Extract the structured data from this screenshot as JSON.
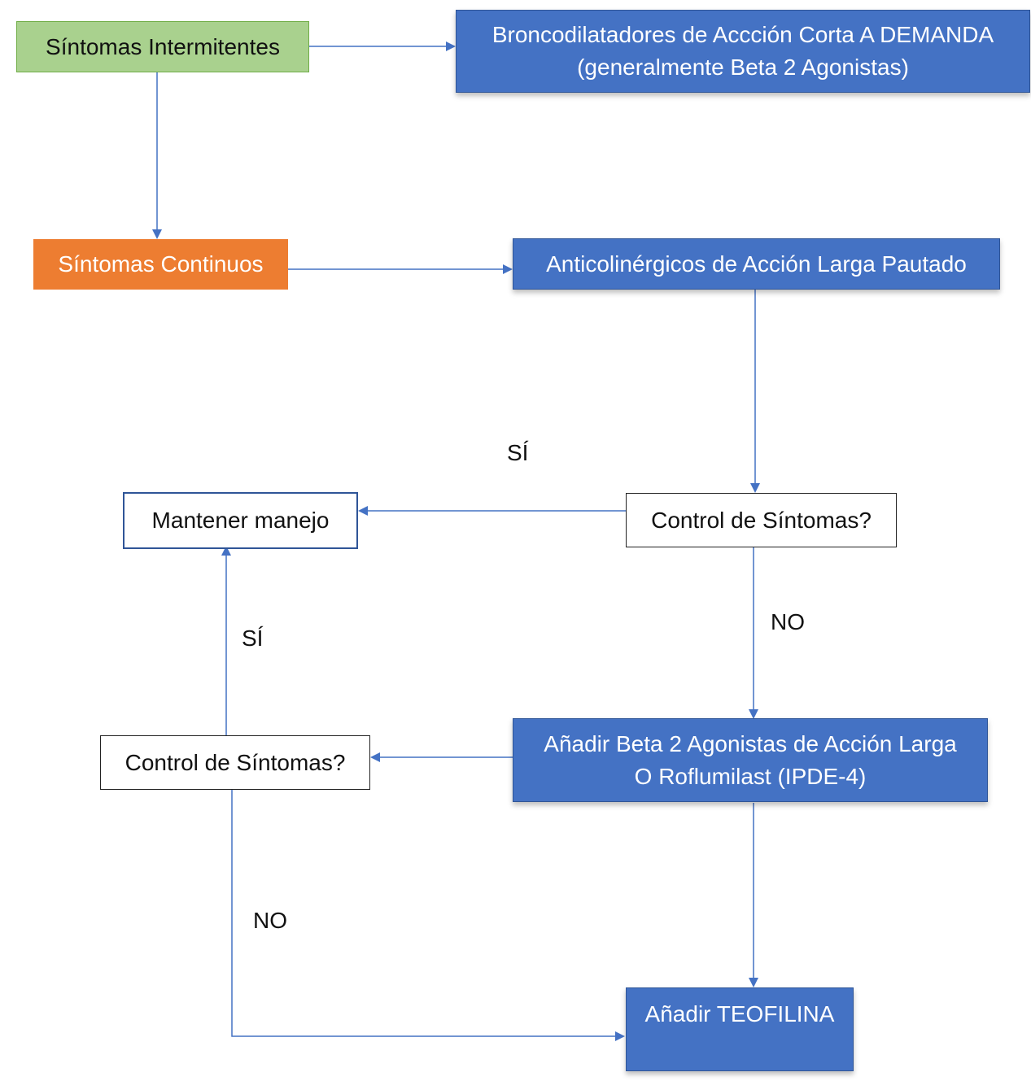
{
  "nodes": {
    "intermitentes": "Síntomas Intermitentes",
    "broncodilatadores": "Broncodilatadores de Accción Corta A DEMANDA\n(generalmente Beta 2 Agonistas)",
    "continuos": "Síntomas Continuos",
    "anticolinergicos": "Anticolinérgicos de Acción Larga Pautado",
    "mantener": "Mantener manejo",
    "control1": "Control de Síntomas?",
    "control2": "Control de Síntomas?",
    "anadir_beta": "Añadir Beta 2 Agonistas de Acción Larga\nO Roflumilast (IPDE-4)",
    "teofilina": "Añadir TEOFILINA"
  },
  "edge_labels": {
    "si_1": "SÍ",
    "no_1": "NO",
    "si_2": "SÍ",
    "no_2": "NO"
  },
  "colors": {
    "green_fill": "#a9d18e",
    "orange_fill": "#ed7d31",
    "blue_fill": "#4472c4",
    "arrow": "#4472c4"
  }
}
